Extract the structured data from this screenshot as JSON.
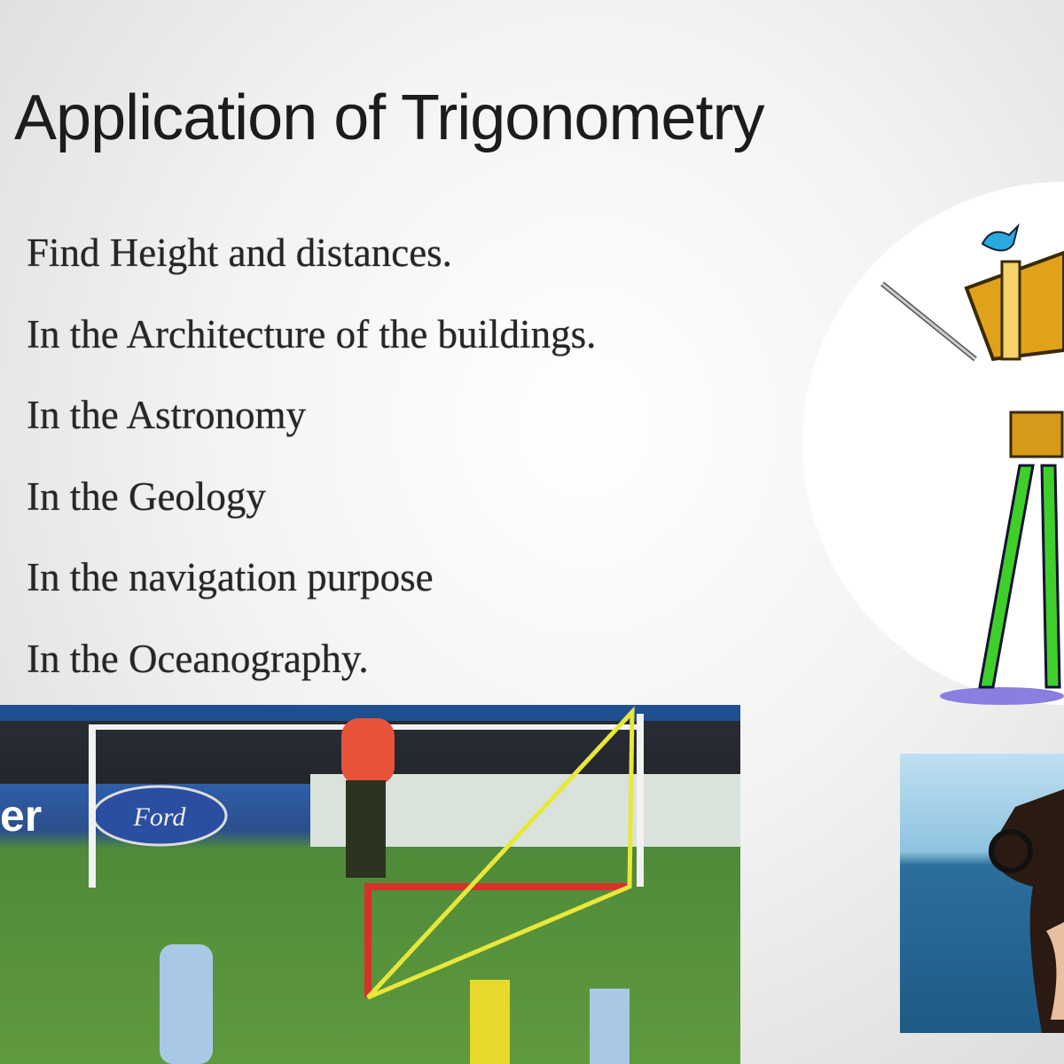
{
  "slide": {
    "title": "Application of Trigonometry",
    "bullets": [
      "Find Height and distances.",
      "In the Architecture of the buildings.",
      "In the Astronomy",
      "In the Geology",
      "In the navigation purpose",
      "In the Oceanography."
    ],
    "images": {
      "football": {
        "ad_logo": "Ford",
        "ad_text": "er",
        "line_color": "#e8e83a",
        "triangle_color": "#d9302a"
      },
      "telescope": {},
      "sextant": {}
    }
  }
}
